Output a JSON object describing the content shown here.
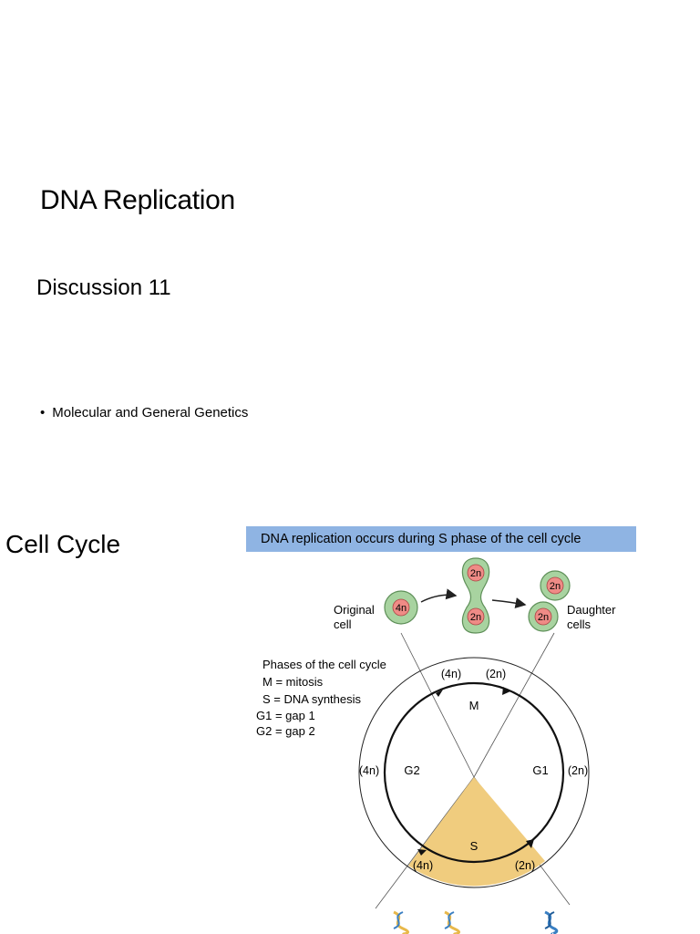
{
  "slide1": {
    "title": "DNA Replication",
    "subtitle": "Discussion 11",
    "bullets": [
      "Molecular and General Genetics"
    ]
  },
  "slide2": {
    "title": "Cell Cycle",
    "figure": {
      "banner": "DNA replication occurs during S phase of the cell cycle",
      "original_cell_label": [
        "Original",
        "cell"
      ],
      "daughter_cells_label": [
        "Daughter",
        "cells"
      ],
      "cell_labels": {
        "original": "4n",
        "dividing_top": "2n",
        "dividing_bottom": "2n",
        "daughter_top": "2n",
        "daughter_bottom": "2n"
      },
      "legend": {
        "heading": "Phases of the cell cycle",
        "items": [
          "M = mitosis",
          "S = DNA synthesis",
          "G1 = gap 1",
          "G2 = gap 2"
        ]
      },
      "phases": {
        "M": "M",
        "S": "S",
        "G1": "G1",
        "G2": "G2"
      },
      "ploidy_labels": {
        "m_left": "(4n)",
        "m_right": "(2n)",
        "left": "(4n)",
        "right": "(2n)",
        "s_left": "(4n)",
        "s_right": "(2n)"
      },
      "colors": {
        "banner": "#8fb4e3",
        "s_phase": "#f0cc7e",
        "cell_fill": "#a8d3a0",
        "nucleus_fill": "#ef8b86",
        "dna_gold": "#e8b84a",
        "dna_blue": "#3a7fc2"
      }
    }
  }
}
